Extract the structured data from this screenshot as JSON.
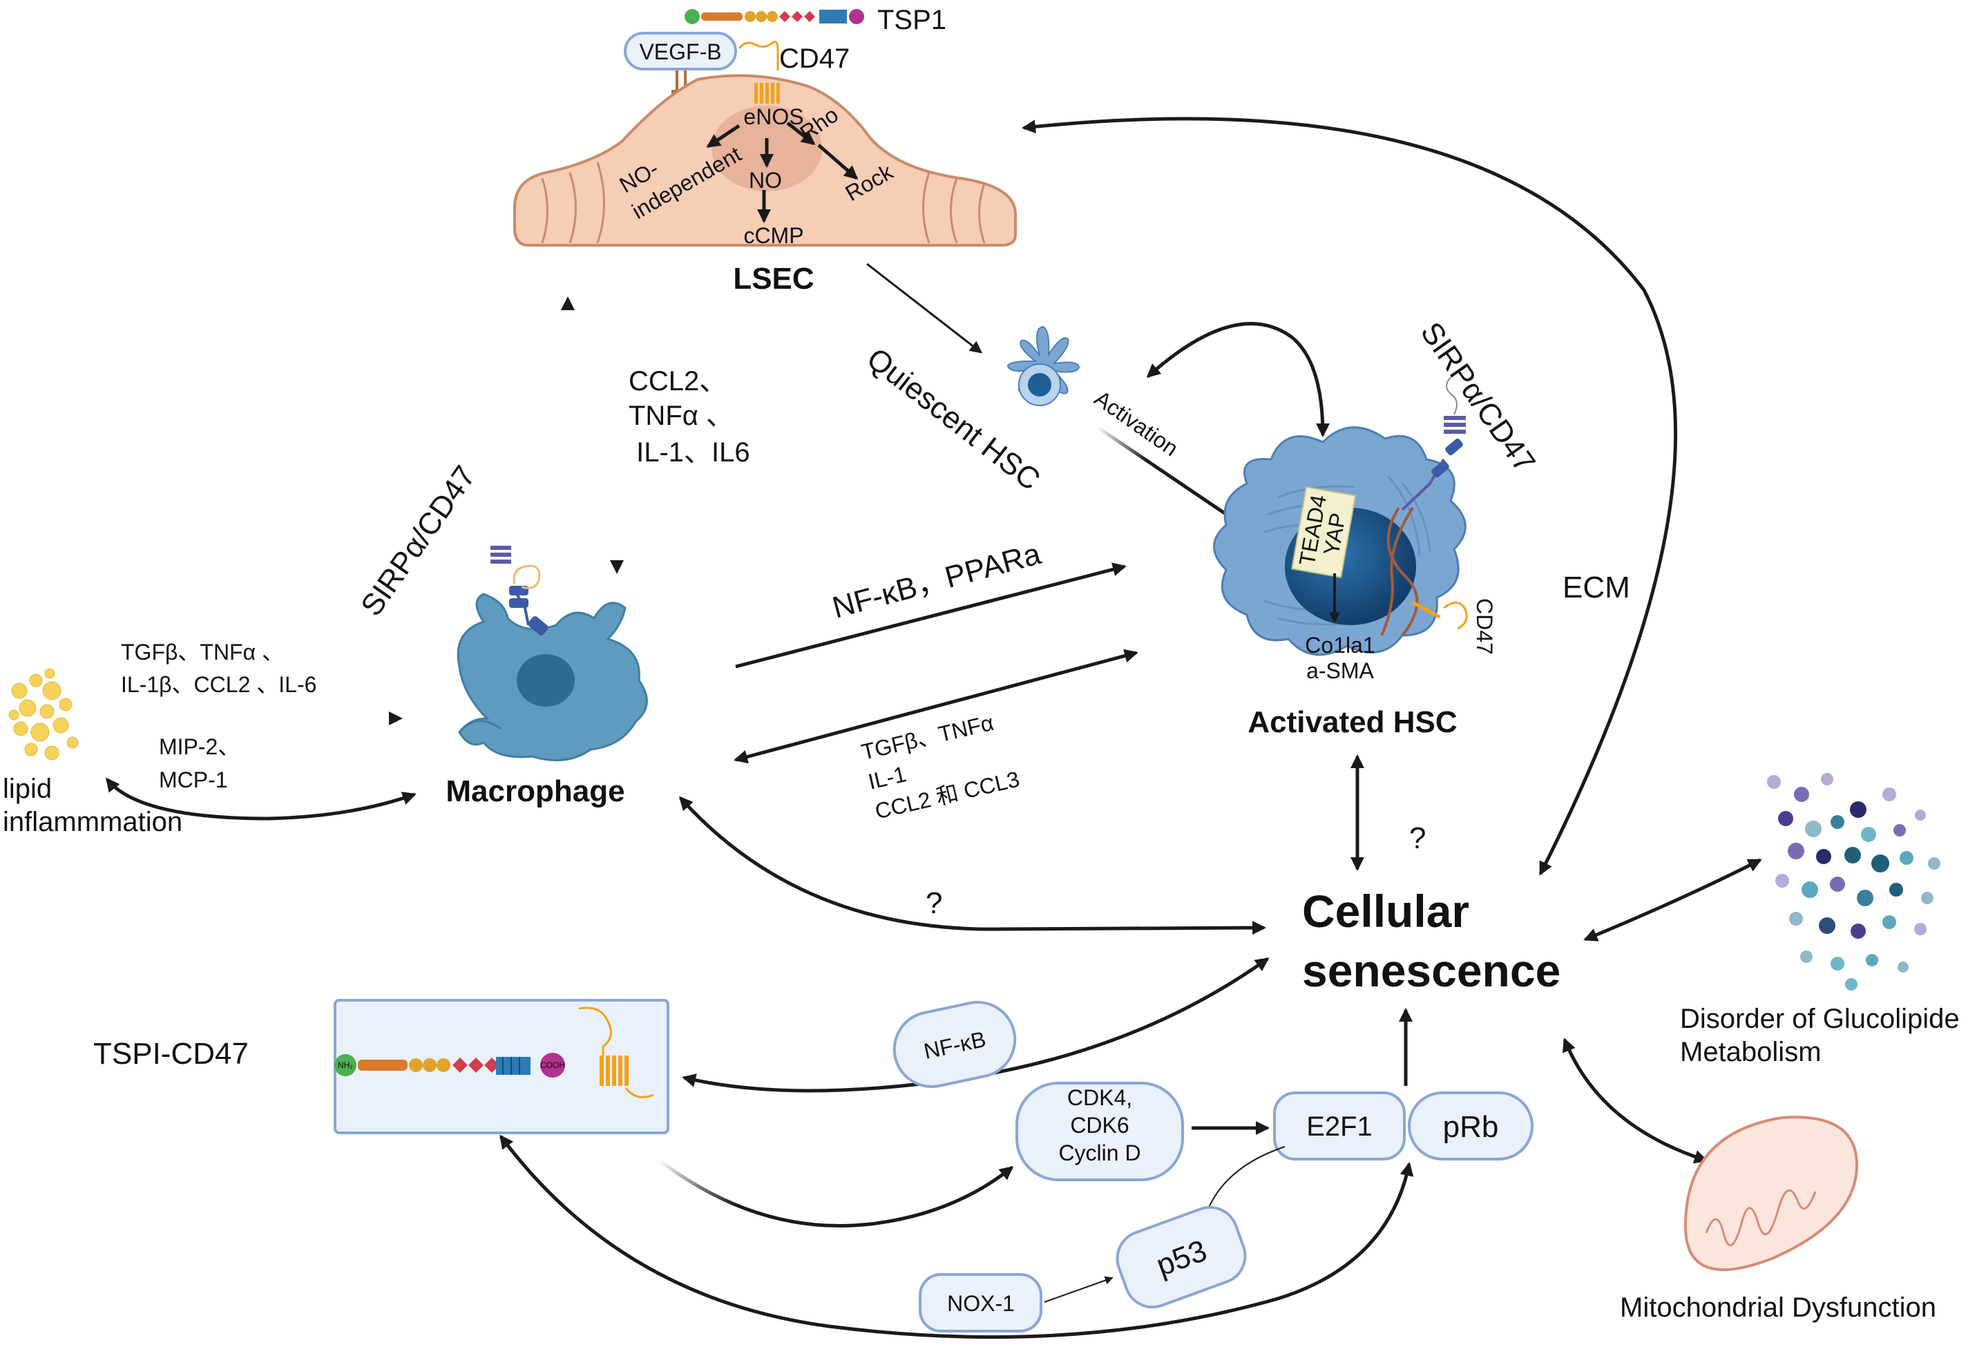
{
  "lsec": {
    "tsp1": "TSP1",
    "vegf_b": "VEGF-B",
    "cd47": "CD47",
    "enos": "eNOS",
    "no_independent_1": "NO-",
    "no_independent_2": "independent",
    "no": "NO",
    "rho": "Rho",
    "rock": "Rock",
    "ccmp": "cCMP",
    "title": "LSEC"
  },
  "lsec_to_macrophage": {
    "line1": "CCL2、",
    "line2": "TNFα 、",
    "line3": " IL-1、IL6"
  },
  "quiescent_hsc": "Quiescent HSC",
  "activation": "Activation",
  "hsc_receptor": "SIRPα/CD47",
  "activated_hsc": {
    "tead4": "TEAD4",
    "yap": "YAP",
    "co1la1": "Co1la1",
    "asma": "a-SMA",
    "cd47": "CD47",
    "title": "Activated HSC"
  },
  "ecm": "ECM",
  "macrophage": {
    "receptor": "SIRPα/CD47",
    "title": "Macrophage"
  },
  "lipid_inputs": {
    "line1": "TGFβ、TNFα 、",
    "line2": "IL-1β、CCL2 、IL-6"
  },
  "lipid_outputs": {
    "line1": "MIP-2、",
    "line2": "MCP-1"
  },
  "lipid": {
    "line1": "lipid",
    "line2": "inflammmation"
  },
  "nfkb_ppar": "NF-κB，PPARa",
  "hsc_to_macrophage": {
    "line1": "TGFβ、TNFα",
    "line2": "IL-1",
    "line3": "CCL2 和 CCL3"
  },
  "question_marks": [
    "?",
    "?"
  ],
  "senescence": {
    "line1": "Cellular",
    "line2": "senescence"
  },
  "glucolipide": {
    "line1": "Disorder of Glucolipide",
    "line2": "Metabolism"
  },
  "mito": "Mitochondrial Dysfunction",
  "tspi_cd47": "TSPI-CD47",
  "nh2": "NH₂",
  "cooh": "COOH",
  "pathway_nodes": {
    "nfkb": "NF-κB",
    "cdk_line1": "CDK4,",
    "cdk_line2": "CDK6",
    "cdk_line3": "Cyclin D",
    "e2f1": "E2F1",
    "prb": "pRb",
    "p53": "p53",
    "nox1": "NOX-1"
  },
  "colors": {
    "cell_pink": "#f6cdb5",
    "cell_pink_stroke": "#c98b6b",
    "hsc_blue": "#7aa6d1",
    "hsc_nucleus": "#1f5f96",
    "macrophage": "#5e9bbf",
    "macrophage_nucleus": "#2f6b8e",
    "node_fill": "#eaf1fb",
    "node_stroke": "#8aa6d6",
    "arrow": "#1a1a1a",
    "receptor_purple": "#5c5aa8",
    "cd47_orange": "#f2a21b",
    "lipid_yellow": "#f5d25a",
    "mito_stroke": "#d98b73"
  }
}
